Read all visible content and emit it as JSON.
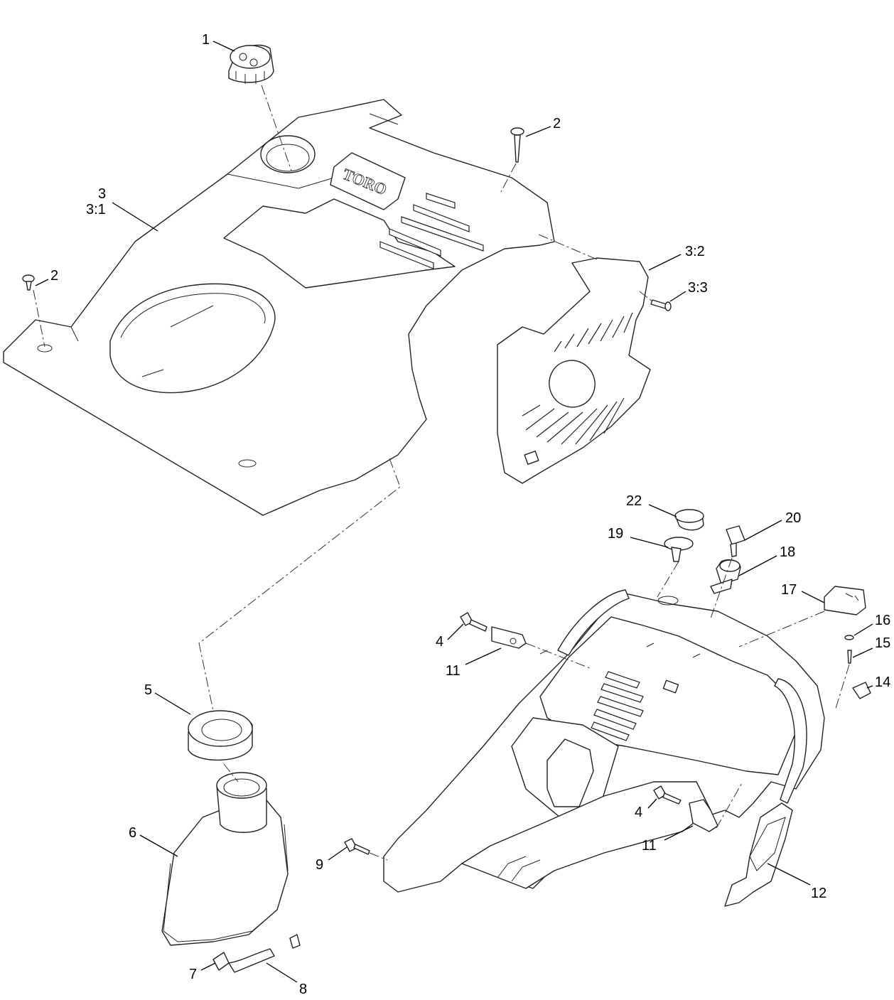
{
  "callouts": [
    {
      "id": "c1",
      "label": "1"
    },
    {
      "id": "c2a",
      "label": "2"
    },
    {
      "id": "c2b",
      "label": "2"
    },
    {
      "id": "c3",
      "label": "3"
    },
    {
      "id": "c31",
      "label": "3:1"
    },
    {
      "id": "c32",
      "label": "3:2"
    },
    {
      "id": "c33",
      "label": "3:3"
    },
    {
      "id": "c4a",
      "label": "4"
    },
    {
      "id": "c4b",
      "label": "4"
    },
    {
      "id": "c5",
      "label": "5"
    },
    {
      "id": "c6",
      "label": "6"
    },
    {
      "id": "c7",
      "label": "7"
    },
    {
      "id": "c8",
      "label": "8"
    },
    {
      "id": "c9",
      "label": "9"
    },
    {
      "id": "c11a",
      "label": "11"
    },
    {
      "id": "c11b",
      "label": "11"
    },
    {
      "id": "c12",
      "label": "12"
    },
    {
      "id": "c14",
      "label": "14"
    },
    {
      "id": "c15",
      "label": "15"
    },
    {
      "id": "c16",
      "label": "16"
    },
    {
      "id": "c17",
      "label": "17"
    },
    {
      "id": "c18",
      "label": "18"
    },
    {
      "id": "c19",
      "label": "19"
    },
    {
      "id": "c20",
      "label": "20"
    },
    {
      "id": "c22",
      "label": "22"
    }
  ]
}
